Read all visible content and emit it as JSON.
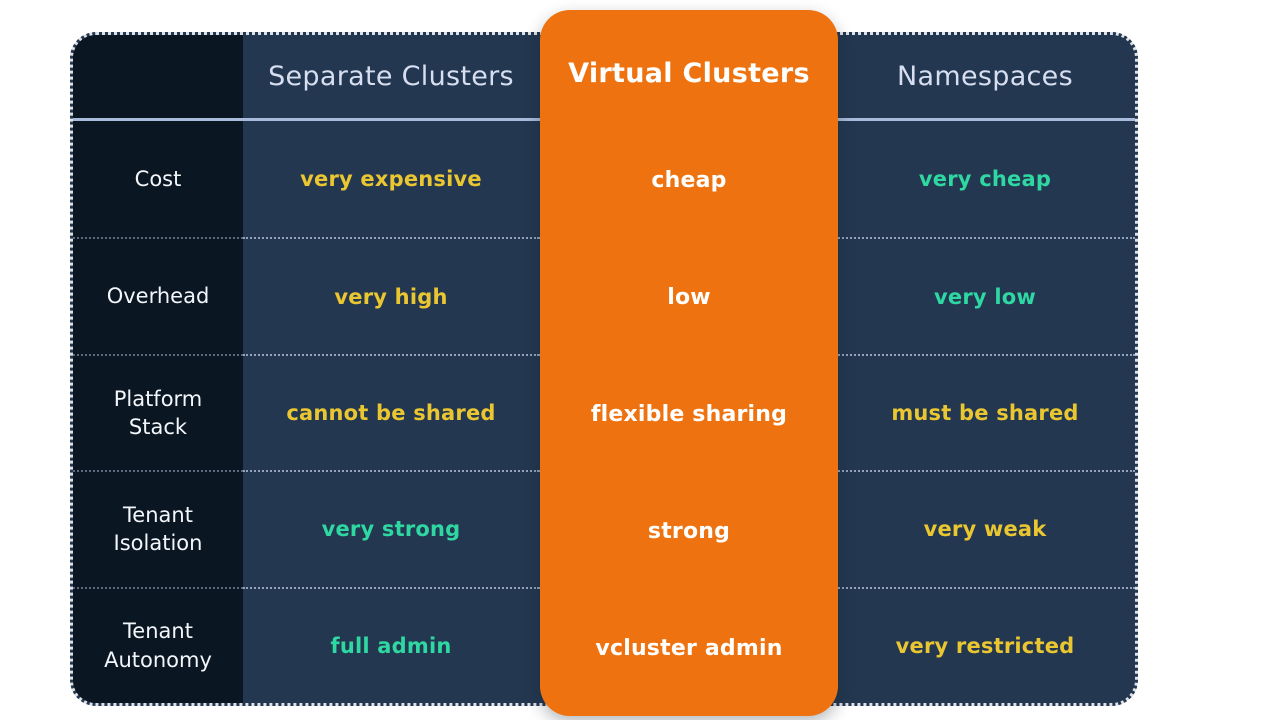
{
  "colors": {
    "accent_orange": "#ee7310",
    "table_bg": "#233850",
    "label_col_bg": "#0a1622",
    "header_line": "#a9bbdd",
    "negative_yellow": "#eac631",
    "positive_green": "#2fd7a2",
    "header_text": "#d7def0",
    "value_on_accent": "#ffffff"
  },
  "header": {
    "label_col": "",
    "separate_clusters": "Separate Clusters",
    "virtual_clusters": "Virtual Clusters",
    "namespaces": "Namespaces"
  },
  "rows": [
    {
      "label": "Cost",
      "separate": {
        "text": "very expensive",
        "tone": "negative"
      },
      "virtual": {
        "text": "cheap"
      },
      "namespaces": {
        "text": "very cheap",
        "tone": "positive"
      }
    },
    {
      "label": "Overhead",
      "separate": {
        "text": "very high",
        "tone": "negative"
      },
      "virtual": {
        "text": "low"
      },
      "namespaces": {
        "text": "very low",
        "tone": "positive"
      }
    },
    {
      "label": "Platform Stack",
      "separate": {
        "text": "cannot be shared",
        "tone": "negative"
      },
      "virtual": {
        "text": "flexible sharing"
      },
      "namespaces": {
        "text": "must be shared",
        "tone": "negative"
      }
    },
    {
      "label": "Tenant Isolation",
      "separate": {
        "text": "very strong",
        "tone": "positive"
      },
      "virtual": {
        "text": "strong"
      },
      "namespaces": {
        "text": "very weak",
        "tone": "negative"
      }
    },
    {
      "label": "Tenant Autonomy",
      "separate": {
        "text": "full admin",
        "tone": "positive"
      },
      "virtual": {
        "text": "vcluster admin"
      },
      "namespaces": {
        "text": "very restricted",
        "tone": "negative"
      }
    }
  ]
}
